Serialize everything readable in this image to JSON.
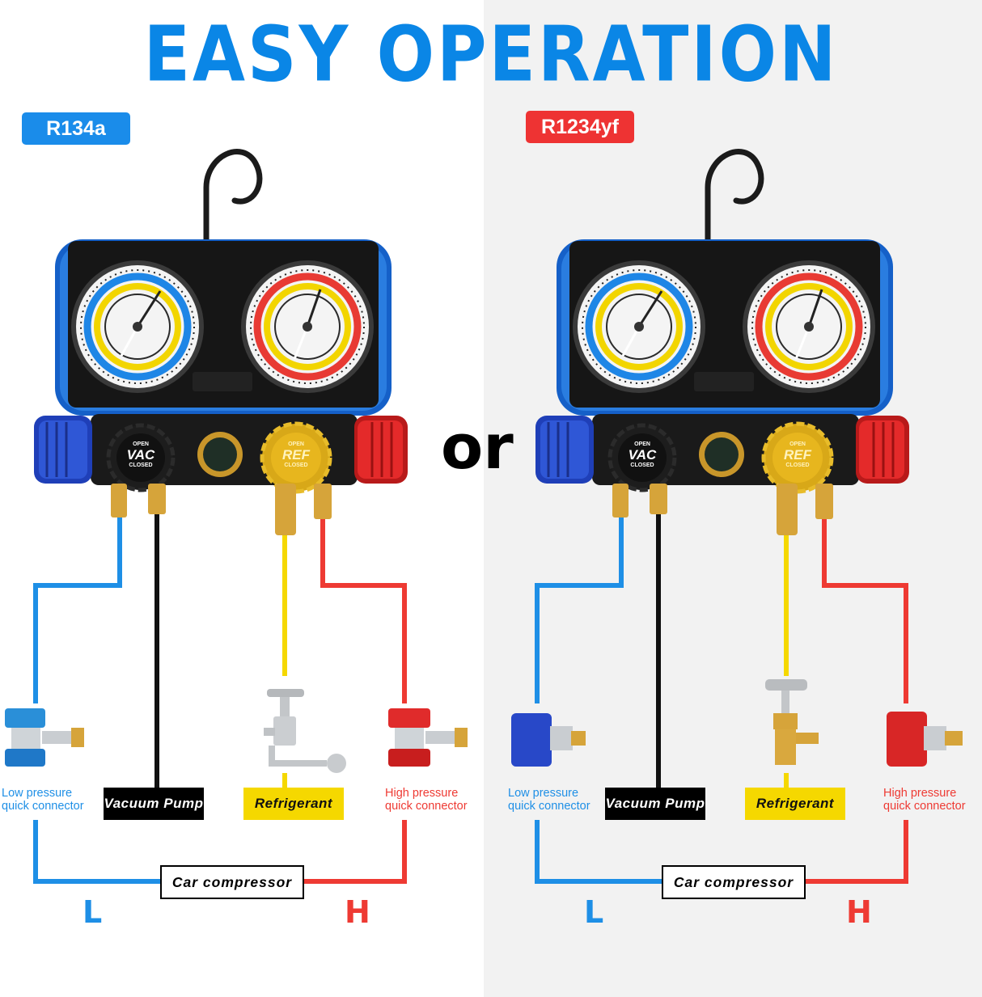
{
  "title": "EASY OPERATION",
  "connector_word": "or",
  "colors": {
    "blue": "#1e8fe6",
    "red": "#ee3a33",
    "yellow": "#f5d800",
    "black": "#111111",
    "title": "#0a86e6"
  },
  "panels": [
    {
      "refrigerant_tag": "R134a",
      "tag_color": "#1a8cea",
      "knob_left": "VAC",
      "knob_right": "REF",
      "knob_open": "OPEN",
      "knob_closed": "CLOSED",
      "low_connector": [
        "Low pressure",
        "quick connector"
      ],
      "high_connector": [
        "High pressure",
        "quick connector"
      ],
      "vacuum_pump": "Vacuum Pump",
      "refrigerant": "Refrigerant",
      "car_compressor": "Car compressor",
      "low_side": "L",
      "high_side": "H"
    },
    {
      "refrigerant_tag": "R1234yf",
      "tag_color": "#ee3333",
      "knob_left": "VAC",
      "knob_right": "REF",
      "knob_open": "OPEN",
      "knob_closed": "CLOSED",
      "low_connector": [
        "Low pressure",
        "quick connector"
      ],
      "high_connector": [
        "High pressure",
        "quick connector"
      ],
      "vacuum_pump": "Vacuum Pump",
      "refrigerant": "Refrigerant",
      "car_compressor": "Car compressor",
      "low_side": "L",
      "high_side": "H"
    }
  ]
}
